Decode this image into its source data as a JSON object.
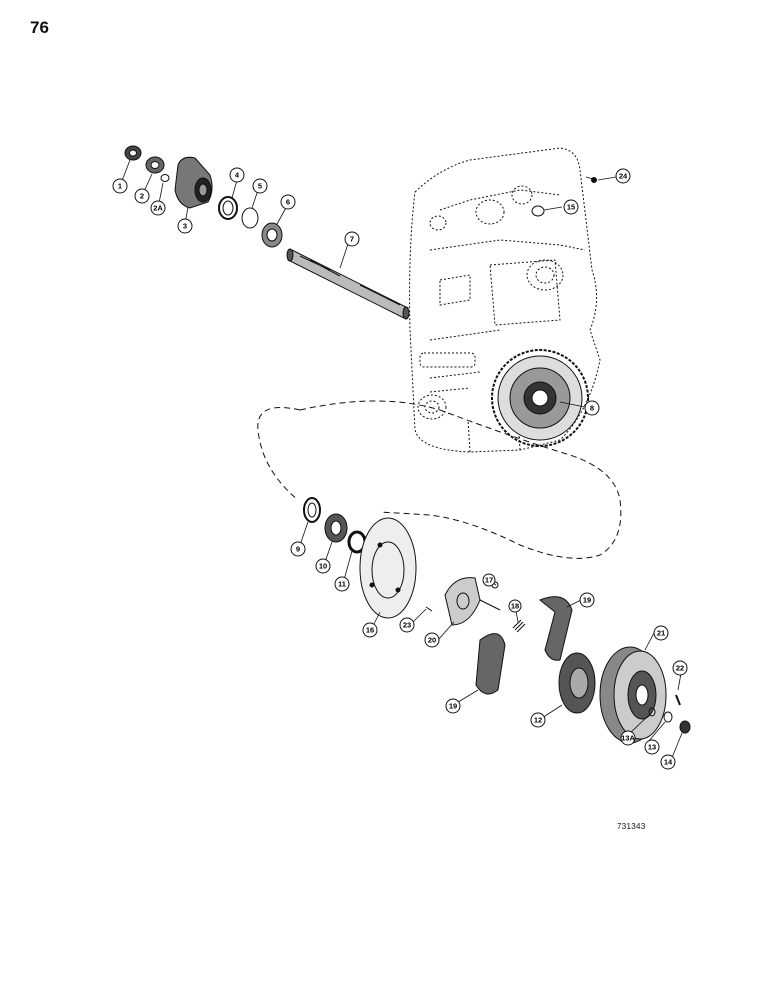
{
  "page": {
    "number": "76",
    "figure_code": "731343"
  },
  "callouts": [
    {
      "id": "c1",
      "label": "1"
    },
    {
      "id": "c2",
      "label": "2"
    },
    {
      "id": "c2a",
      "label": "2A"
    },
    {
      "id": "c3",
      "label": "3"
    },
    {
      "id": "c4",
      "label": "4"
    },
    {
      "id": "c5",
      "label": "5"
    },
    {
      "id": "c6",
      "label": "6"
    },
    {
      "id": "c7",
      "label": "7"
    },
    {
      "id": "c8",
      "label": "8"
    },
    {
      "id": "c9",
      "label": "9"
    },
    {
      "id": "c10",
      "label": "10"
    },
    {
      "id": "c11",
      "label": "11"
    },
    {
      "id": "c12",
      "label": "12"
    },
    {
      "id": "c13",
      "label": "13"
    },
    {
      "id": "c13a",
      "label": "13A"
    },
    {
      "id": "c14",
      "label": "14"
    },
    {
      "id": "c15",
      "label": "15"
    },
    {
      "id": "c16",
      "label": "16"
    },
    {
      "id": "c17",
      "label": "17"
    },
    {
      "id": "c18",
      "label": "18"
    },
    {
      "id": "c19a",
      "label": "19"
    },
    {
      "id": "c19b",
      "label": "19"
    },
    {
      "id": "c20",
      "label": "20"
    },
    {
      "id": "c21",
      "label": "21"
    },
    {
      "id": "c22",
      "label": "22"
    },
    {
      "id": "c23",
      "label": "23"
    },
    {
      "id": "c24",
      "label": "24"
    }
  ]
}
